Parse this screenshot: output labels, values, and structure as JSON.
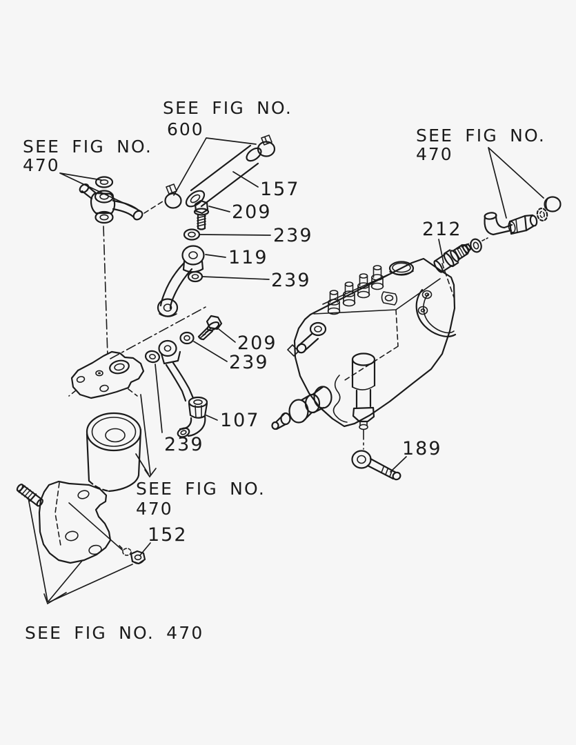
{
  "figure": {
    "type": "exploded-parts-diagram",
    "background_color": "#f6f6f6",
    "line_color": "#1b1b1b",
    "references": {
      "top_600": {
        "line1": "SEE FIG NO.",
        "line2": "600"
      },
      "left_470": {
        "line1": "SEE FIG NO.",
        "line2": "470"
      },
      "right_470": {
        "line1": "SEE FIG NO.",
        "line2": "470"
      },
      "middle_470": {
        "line1": "SEE FIG NO.",
        "line2": "470"
      },
      "bottom_470": {
        "line1": "SEE FIG NO. 470"
      }
    },
    "callouts": {
      "hose_157": "157",
      "bolt_209_upper": "209",
      "washer_239_upper": "239",
      "joint_119": "119",
      "washer_239_second": "239",
      "bolt_209_middle": "209",
      "washer_239_middle": "239",
      "pipe_107": "107",
      "washer_239_lower": "239",
      "joint_212": "212",
      "eye_bolt_189": "189",
      "nut_152": "152"
    }
  }
}
